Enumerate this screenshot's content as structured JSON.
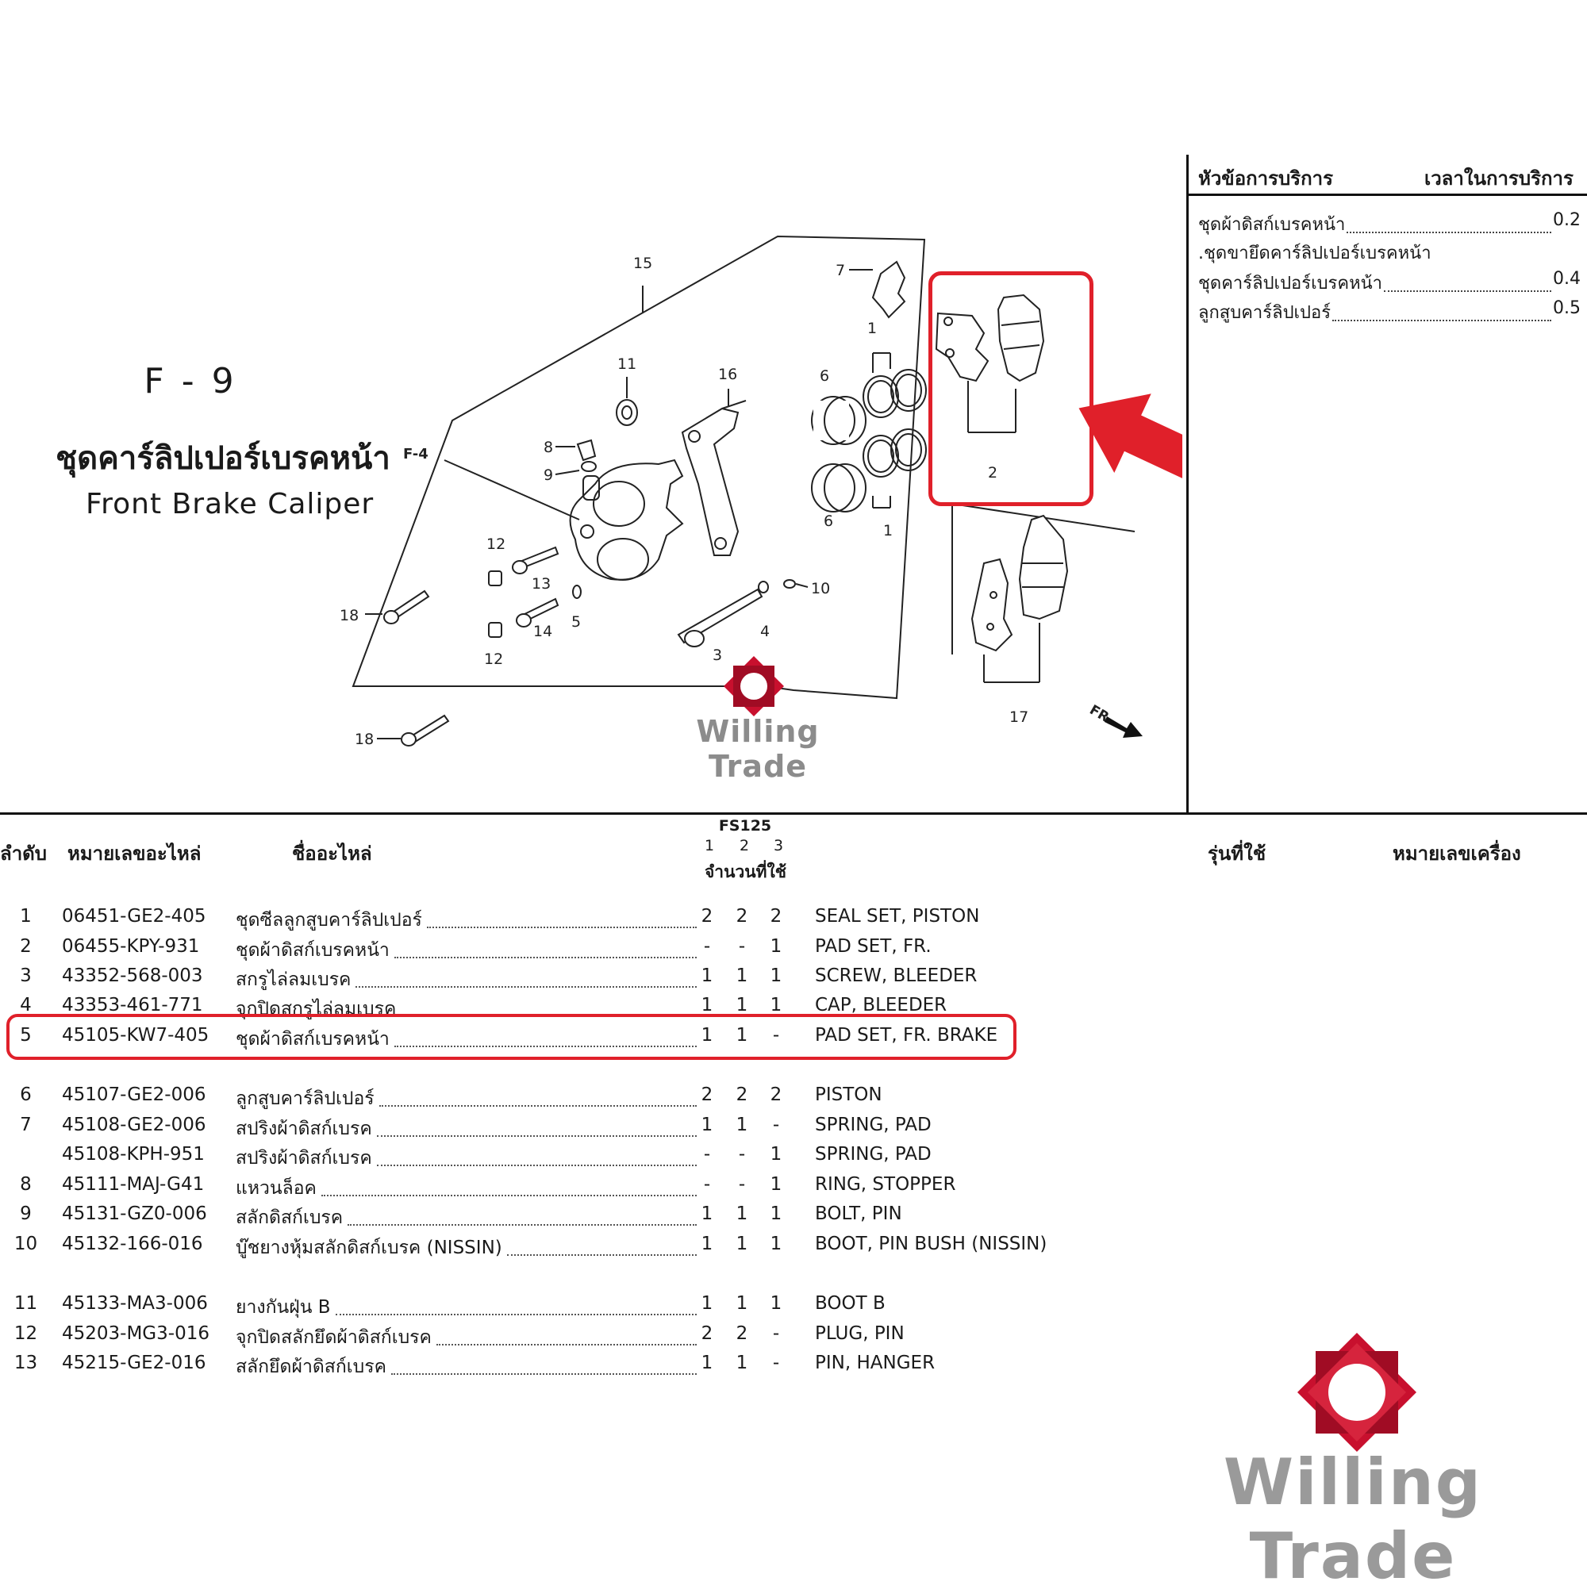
{
  "figure": {
    "code": "F - 9",
    "title_th": "ชุดคาร์ลิปเปอร์เบรคหน้า",
    "title_en": "Front Brake Caliper",
    "ref_label": "F-4",
    "fr_label": "FR.",
    "callouts": [
      "1",
      "1",
      "2",
      "3",
      "4",
      "5",
      "6",
      "6",
      "7",
      "8",
      "9",
      "10",
      "11",
      "12",
      "12",
      "13",
      "14",
      "15",
      "16",
      "17",
      "18",
      "18"
    ]
  },
  "service": {
    "head_left": "หัวข้อการบริการ",
    "head_right": "เวลาในการบริการ",
    "items": [
      {
        "label": "ชุดผ้าดิสก์เบรคหน้า",
        "value": "0.2"
      },
      {
        "label": ".ชุดขายึดคาร์ลิปเปอร์เบรคหน้า",
        "value": ""
      },
      {
        "label": "ชุดคาร์ลิปเปอร์เบรคหน้า",
        "value": "0.4"
      },
      {
        "label": "ลูกสูบคาร์ลิปเปอร์",
        "value": "0.5"
      }
    ]
  },
  "table": {
    "headers": {
      "no": "ลำดับ",
      "part_no": "หมายเลขอะไหล่",
      "name": "ชื่ออะไหล่",
      "model": "FS125",
      "qty_cols": [
        "1",
        "2",
        "3"
      ],
      "qty": "จำนวนที่ใช้",
      "used_in": "รุ่นที่ใช้",
      "engine_no": "หมายเลขเครื่อง"
    },
    "rows": [
      {
        "no": "1",
        "part_no": "06451-GE2-405",
        "name_th": "ชุดซีลลูกสูบคาร์ลิปเปอร์",
        "q1": "2",
        "q2": "2",
        "q3": "2",
        "name_en": "SEAL SET, PISTON"
      },
      {
        "no": "2",
        "part_no": "06455-KPY-931",
        "name_th": "ชุดผ้าดิสก์เบรคหน้า",
        "q1": "-",
        "q2": "-",
        "q3": "1",
        "name_en": "PAD SET, FR."
      },
      {
        "no": "3",
        "part_no": "43352-568-003",
        "name_th": "สกรูไล่ลมเบรค",
        "q1": "1",
        "q2": "1",
        "q3": "1",
        "name_en": "SCREW, BLEEDER"
      },
      {
        "no": "4",
        "part_no": "43353-461-771",
        "name_th": "จุกปิดสกรูไล่ลมเบรค",
        "q1": "1",
        "q2": "1",
        "q3": "1",
        "name_en": "CAP, BLEEDER"
      },
      {
        "no": "5",
        "part_no": "45105-KW7-405",
        "name_th": "ชุดผ้าดิสก์เบรคหน้า",
        "q1": "1",
        "q2": "1",
        "q3": "-",
        "name_en": "PAD SET, FR. BRAKE"
      },
      {
        "no": "6",
        "part_no": "45107-GE2-006",
        "name_th": "ลูกสูบคาร์ลิปเปอร์",
        "q1": "2",
        "q2": "2",
        "q3": "2",
        "name_en": "PISTON"
      },
      {
        "no": "7",
        "part_no": "45108-GE2-006",
        "name_th": "สปริงผ้าดิสก์เบรค",
        "q1": "1",
        "q2": "1",
        "q3": "-",
        "name_en": "SPRING, PAD"
      },
      {
        "no": "",
        "part_no": "45108-KPH-951",
        "name_th": "สปริงผ้าดิสก์เบรค",
        "q1": "-",
        "q2": "-",
        "q3": "1",
        "name_en": "SPRING, PAD"
      },
      {
        "no": "8",
        "part_no": "45111-MAJ-G41",
        "name_th": "แหวนล็อค",
        "q1": "-",
        "q2": "-",
        "q3": "1",
        "name_en": "RING, STOPPER"
      },
      {
        "no": "9",
        "part_no": "45131-GZ0-006",
        "name_th": "สลักดิสก์เบรค",
        "q1": "1",
        "q2": "1",
        "q3": "1",
        "name_en": "BOLT, PIN"
      },
      {
        "no": "10",
        "part_no": "45132-166-016",
        "name_th": "บู๊ชยางหุ้มสลักดิสก์เบรค (NISSIN)",
        "q1": "1",
        "q2": "1",
        "q3": "1",
        "name_en": "BOOT, PIN BUSH (NISSIN)"
      },
      {
        "no": "11",
        "part_no": "45133-MA3-006",
        "name_th": "ยางกันฝุ่น B",
        "q1": "1",
        "q2": "1",
        "q3": "1",
        "name_en": "BOOT B"
      },
      {
        "no": "12",
        "part_no": "45203-MG3-016",
        "name_th": "จุกปิดสลักยึดผ้าดิสก์เบรค",
        "q1": "2",
        "q2": "2",
        "q3": "-",
        "name_en": "PLUG, PIN"
      },
      {
        "no": "13",
        "part_no": "45215-GE2-016",
        "name_th": "สลักยึดผ้าดิสก์เบรค",
        "q1": "1",
        "q2": "1",
        "q3": "-",
        "name_en": "PIN, HANGER"
      }
    ]
  },
  "watermark": {
    "text": "Willing Trade",
    "brand_color": "#c8102e"
  },
  "highlight_color": "#e0202a"
}
